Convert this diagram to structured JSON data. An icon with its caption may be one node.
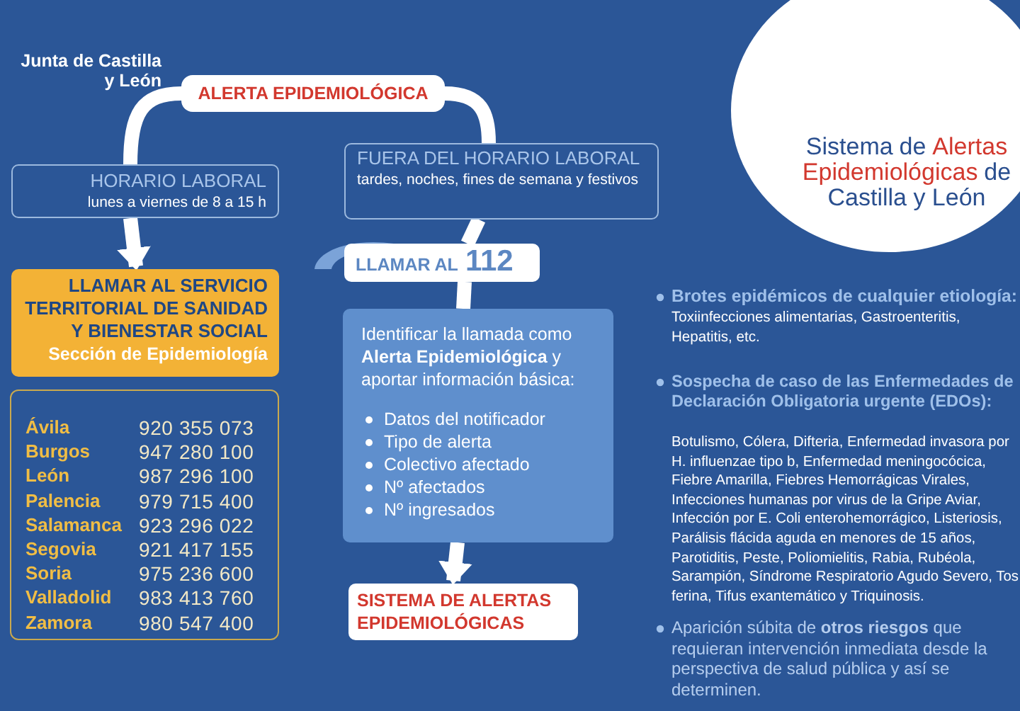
{
  "diagram": {
    "nodes": [
      {
        "text": [
          "ALERTA EPIDEMIOLÓGICA"
        ]
      },
      {
        "text": [
          "HORARIO LABORAL",
          "lunes a viernes de 8 a 15 h"
        ]
      },
      {
        "text": [
          "FUERA DEL HORARIO LABORAL",
          "tardes, noches, fines de semana y festivos"
        ]
      },
      {
        "text": [
          "LLAMAR AL SERVICIO TERRITORIAL DE SANIDAD Y BIENESTAR SOCIAL",
          "Sección de Epidemiología"
        ]
      },
      {
        "text": [
          "Ávila",
          "920 355 073",
          "Burgos",
          "947 280 100",
          "León",
          "987 296 100",
          "Palencia",
          "979 715 400",
          "Salamanca",
          "923 296 022",
          "Segovia",
          "921 417 155",
          "Soria",
          "975 236 600",
          "Valladolid",
          "983 413 760",
          "Zamora",
          "980 547 400"
        ]
      },
      {
        "text": [
          "LLAMAR AL",
          "112"
        ]
      },
      {
        "text": [
          "Identificar la llamada como **Alerta Epidemiológica** y aportar información básica:",
          "Datos del notificador",
          "Tipo de alerta",
          "Colectivo afectado",
          "Nº afectados",
          "Nº ingresados"
        ]
      },
      {
        "text": [
          "SISTEMA DE ALERTAS EPIDEMIOLÓGICAS"
        ]
      },
      {
        "text": [
          "Sistema",
          "de",
          "Alertas Epidemiológicas",
          "de Castilla y León"
        ]
      }
    ],
    "edges": [
      {
        "from": 0,
        "to": 1,
        "arrow": "none"
      },
      {
        "from": 1,
        "to": 3,
        "arrow": "to"
      },
      {
        "from": 0,
        "to": 2,
        "arrow": "none"
      },
      {
        "from": 2,
        "to": 5,
        "arrow": "none"
      },
      {
        "from": 5,
        "to": 6,
        "arrow": "none"
      },
      {
        "from": 6,
        "to": 7,
        "arrow": "to"
      }
    ],
    "labels": [
      "Junta de Castilla y León",
      "Brotes epidémicos de cualquier etiología:",
      "Toxiinfecciones alimentarias, Gastroenteritis, Hepatitis, etc.",
      "Sospecha de caso de las Enfermedades de Declaración Obligatoria urgente (EDOs):",
      "Botulismo, Cólera, Difteria, Enfermedad invasora por H. influenzae tipo b, Enfermedad meningocócica, Fiebre  Amarilla, Fiebres Hemorrágicas Virales, Infecciones humanas por virus de la Gripe Aviar, Infección por E. Coli enterohemorrágico, Listeriosis, Parálisis flácida aguda en menores de 15 años, Parotiditis, Peste, Poliomielitis, Rabia, Rubéola, Sarampión, Síndrome Respiratorio Agudo Severo, Tos ferina, Tifus exantemático y Triquinosis.",
      "Aparición súbita de **otros riesgos** que requieran intervención inmediata desde la perspectiva de salud pública y así se determinen."
    ]
  }
}
